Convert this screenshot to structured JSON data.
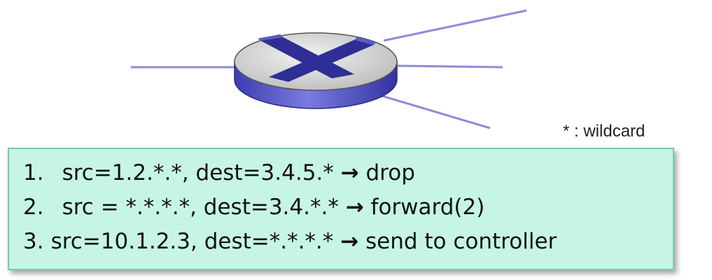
{
  "note": {
    "text": "* : wildcard"
  },
  "rules": [
    {
      "num": "1.",
      "match": "src=1.2.*.*, dest=3.4.5.* ",
      "arrow": "→",
      "action": " drop"
    },
    {
      "num": "2.",
      "match": "src = *.*.*.*, dest=3.4.*.* ",
      "arrow": "→",
      "action": " forward(2)"
    },
    {
      "num": "3.",
      "match": "src=10.1.2.3, dest=*.*.*.* ",
      "arrow": "→",
      "action": " send to controller"
    }
  ],
  "colors": {
    "link": "#8c8cd9",
    "switch_top": "#d8d8d8",
    "switch_side": "#4c4cc0",
    "cross": "#2e2e96",
    "box_fill": "#c6f5e6",
    "box_border": "#7cc9a8"
  }
}
